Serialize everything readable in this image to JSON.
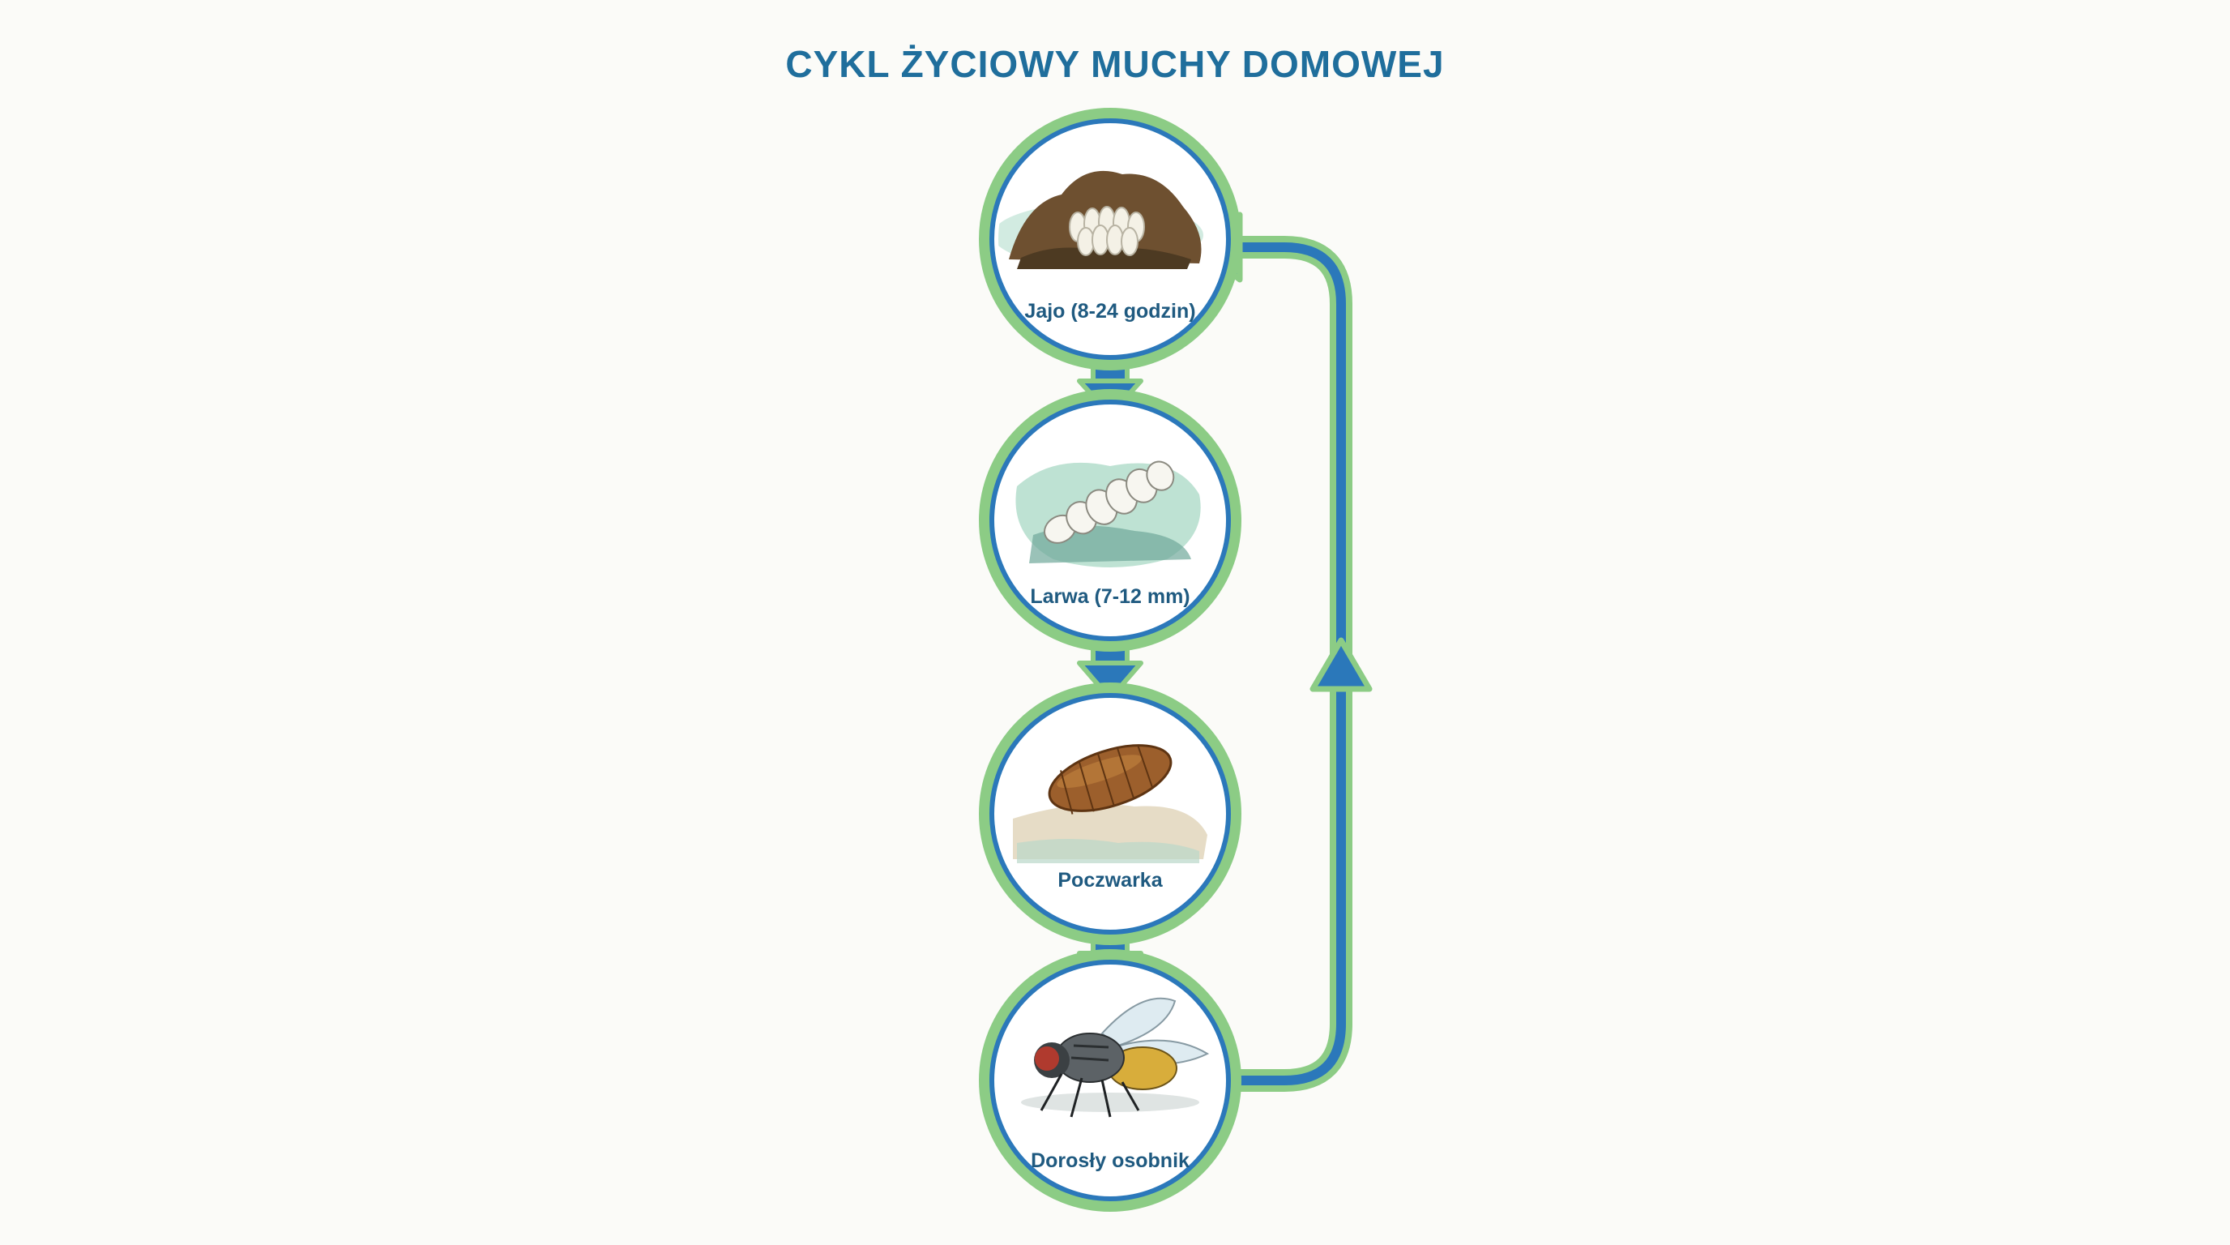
{
  "title": "CYKL ŻYCIOWY MUCHY DOMOWEJ",
  "stages": [
    {
      "label": "Jajo (8-24 godzin)",
      "icon": "eggs-icon"
    },
    {
      "label": "Larwa (7-12 mm)",
      "icon": "larva-icon"
    },
    {
      "label": "Poczwarka",
      "icon": "pupa-icon"
    },
    {
      "label": "Dorosły osobnik",
      "icon": "adult-fly-icon"
    }
  ],
  "colors": {
    "title": "#1f6e9c",
    "ring_outer": "#8ccc85",
    "ring_inner": "#2b78ba",
    "label": "#1f5a80"
  }
}
